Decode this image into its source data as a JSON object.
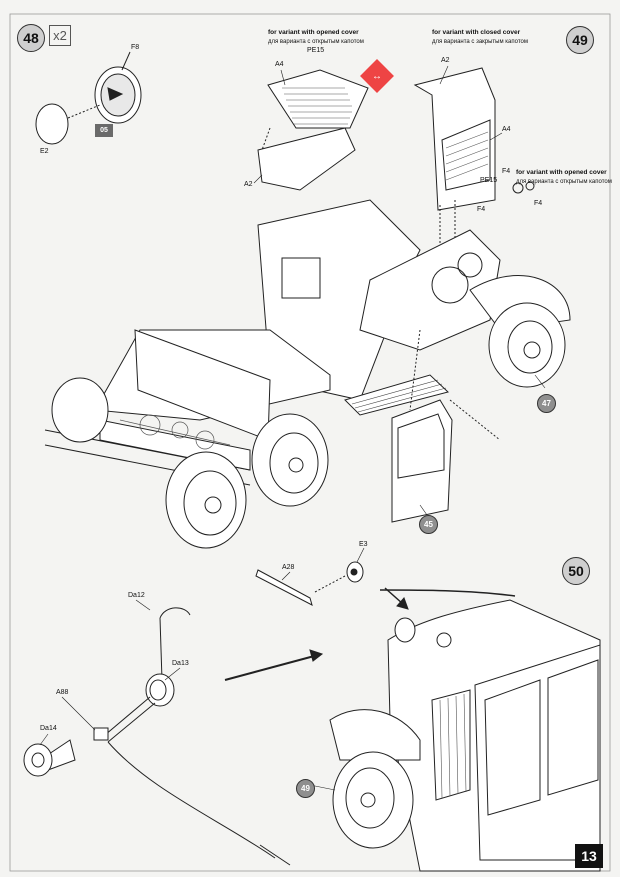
{
  "steps": {
    "s48": "48",
    "s49": "49",
    "s50": "50"
  },
  "multiplier": "x2",
  "page_number": "13",
  "refs": {
    "r05": "05",
    "r47": "47",
    "r45": "45",
    "r49": "49"
  },
  "labels": {
    "F8": "F8",
    "E2": "E2",
    "A4a": "A4",
    "PE15a": "PE15",
    "A2a": "A2",
    "A2b": "A2",
    "A4b": "A4",
    "F4a": "F4",
    "PE15b": "PE15",
    "F4b": "F4",
    "F4c": "F4",
    "E3": "E3",
    "A28": "A28",
    "Da12": "Da12",
    "Da13": "Da13",
    "A88": "A88",
    "Da14": "Da14"
  },
  "notes": {
    "opened_en": "for variant with opened cover",
    "opened_ru": "для варианта с открытым капотом",
    "closed_en": "for variant with closed cover",
    "closed_ru": "для варианта с закрытым капотом",
    "opened2_en": "for variant with opened cover",
    "opened2_ru": "для варианта с открытым капотом"
  }
}
